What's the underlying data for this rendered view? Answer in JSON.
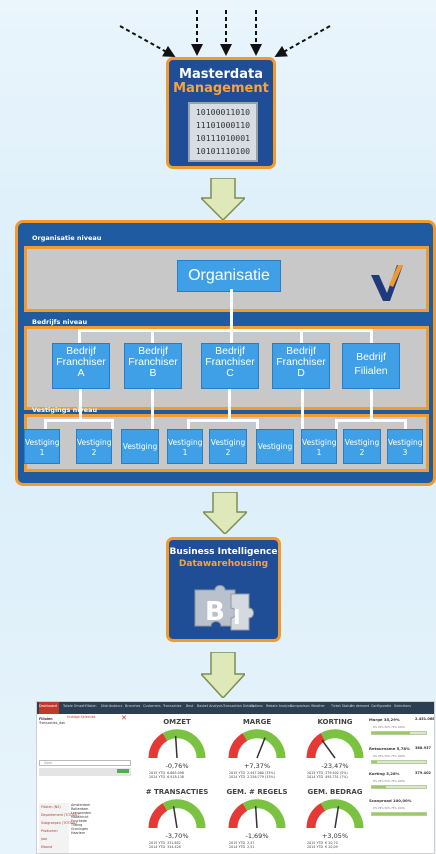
{
  "master_data": {
    "title_line1": "Masterdata",
    "title_line2": "Management",
    "code_rows": [
      "10100011010",
      "11101000110",
      "10111010001",
      "10101110100"
    ]
  },
  "organization": {
    "level1_label": "Organisatie niveau",
    "org_box": "Organisatie",
    "level2_label": "Bedrijfs niveau",
    "companies": [
      {
        "line1": "Bedrijf",
        "line2": "Franchiser",
        "line3": "A"
      },
      {
        "line1": "Bedrijf",
        "line2": "Franchiser",
        "line3": "B"
      },
      {
        "line1": "Bedrijf",
        "line2": "Franchiser",
        "line3": "C"
      },
      {
        "line1": "Bedrijf",
        "line2": "Franchiser",
        "line3": "D"
      },
      {
        "line1": "Bedrijf",
        "line2": "Filialen",
        "line3": ""
      }
    ],
    "level3_label": "Vestigings niveau",
    "branches": [
      {
        "name": "Vestiging",
        "num": "1"
      },
      {
        "name": "Vestiging",
        "num": "2"
      },
      {
        "name": "Vestiging",
        "num": ""
      },
      {
        "name": "Vestiging",
        "num": "1"
      },
      {
        "name": "Vestiging",
        "num": "2"
      },
      {
        "name": "Vestiging",
        "num": ""
      },
      {
        "name": "Vestiging",
        "num": "1"
      },
      {
        "name": "Vestiging",
        "num": "2"
      },
      {
        "name": "Vestiging",
        "num": "3"
      }
    ]
  },
  "bi": {
    "title_line1": "Business Intelligence",
    "title_line2": "Datawarehousing"
  },
  "dashboard": {
    "tabs": [
      "Dashboard",
      "Totale Omzet",
      "Filialen",
      "Distributeurs",
      "Branches",
      "Customers",
      "Transacties",
      "Best",
      "Basket Analysis",
      "Transaction Details",
      "Options",
      "Rebate Analysis",
      "Comparison",
      "Weather",
      "Ticket Status",
      "On demand",
      "Configuratie",
      "Selections"
    ],
    "gauges": [
      {
        "title": "OMZET",
        "value": "-0,76%",
        "ytd_2015": "6.865.098",
        "ytd_2014": "6.918.138"
      },
      {
        "title": "MARGE",
        "value": "+7,37%",
        "ytd_2015": "2.447.060 (35%)",
        "ytd_2014": "2.256.779 (33%)"
      },
      {
        "title": "KORTING",
        "value": "-23,47%",
        "ytd_2015": "379.402 (5%)",
        "ytd_2014": "495.751 (7%)"
      },
      {
        "title": "# TRANSACTIES",
        "value": "-3,70%",
        "ytd_2015": "331.652",
        "ytd_2014": "344.428"
      },
      {
        "title": "GEM. # REGELS",
        "value": "-1,69%",
        "ytd_2015": "2,47",
        "ytd_2014": "2,51"
      },
      {
        "title": "GEM. BEDRAG",
        "value": "+3,05%",
        "ytd_2015": "€ 20,70",
        "ytd_2014": "€ 20,09"
      }
    ],
    "ytd_2015_label": "2015 YTD",
    "ytd_2014_label": "2014 YTD",
    "kpis": [
      {
        "title": "Marge 35,29%",
        "value": "2.451.068",
        "fill": 0.7
      },
      {
        "title": "Retourname 5,78%",
        "value": "388.937",
        "fill": 0.1
      },
      {
        "title": "Korting 5,28%",
        "value": "379.402",
        "fill": 0.25
      },
      {
        "title": "Scanpraad 100,00%",
        "value": "",
        "fill": 1.0
      }
    ],
    "kpi_scale": [
      "0%",
      "25%",
      "50%",
      "75%",
      "100%"
    ],
    "left_panel": {
      "header1": "Filialen",
      "header2": "Transacties_dan",
      "tag": "Huidige Selecties",
      "search_placeholder": "Zoek",
      "list_items": [
        "Amsterdam",
        "Rotterdam",
        "Leeuwarden",
        "Maastricht",
        "Enschede",
        "Tilburg",
        "Groningen",
        "Haarlem"
      ],
      "filter_items": [
        "Filialen (NS)",
        "Departement (TOTAAL)",
        "Subgroepen (TOTAAL)",
        "Producten",
        "Jaar",
        "Maand"
      ]
    }
  }
}
